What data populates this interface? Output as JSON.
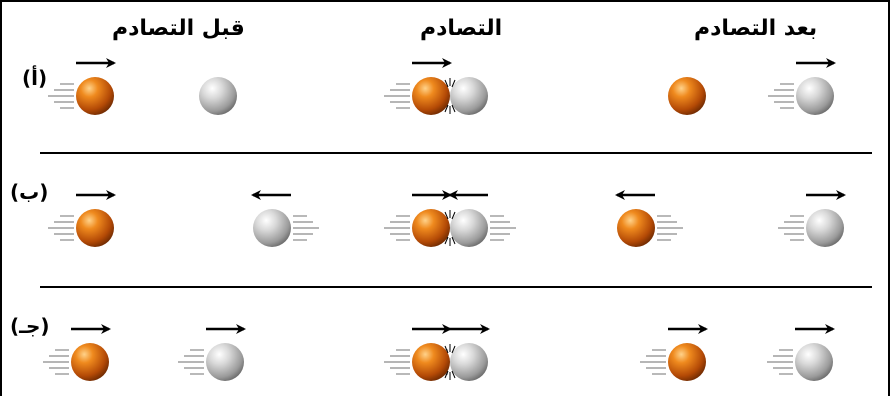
{
  "headers": {
    "before": "قبل التصادم",
    "collision": "التصادم",
    "after": "بعد التصادم"
  },
  "rows": [
    {
      "label": "(أ)",
      "before": {
        "orange_velocity": "right",
        "gray_velocity": "none"
      },
      "collision": {
        "orange_velocity": "right",
        "gray_velocity": "none"
      },
      "after": {
        "orange_velocity": "none",
        "gray_velocity": "right"
      }
    },
    {
      "label": "(ب)",
      "before": {
        "orange_velocity": "right",
        "gray_velocity": "left"
      },
      "collision": {
        "orange_velocity": "right",
        "gray_velocity": "left"
      },
      "after": {
        "orange_velocity": "left",
        "gray_velocity": "right"
      }
    },
    {
      "label": "(جـ)",
      "before": {
        "orange_velocity": "right",
        "gray_velocity": "right"
      },
      "collision": {
        "orange_velocity": "right",
        "gray_velocity": "right"
      },
      "after": {
        "orange_velocity": "right",
        "gray_velocity": "right"
      }
    }
  ],
  "colors": {
    "orange_ball": "#c85a08",
    "gray_ball": "#b8b8b8",
    "line": "#000000",
    "motion_lines": "#8a8a8a"
  },
  "icons": [
    "velocity-arrow-icon",
    "motion-lines-icon",
    "impact-spark-icon"
  ]
}
